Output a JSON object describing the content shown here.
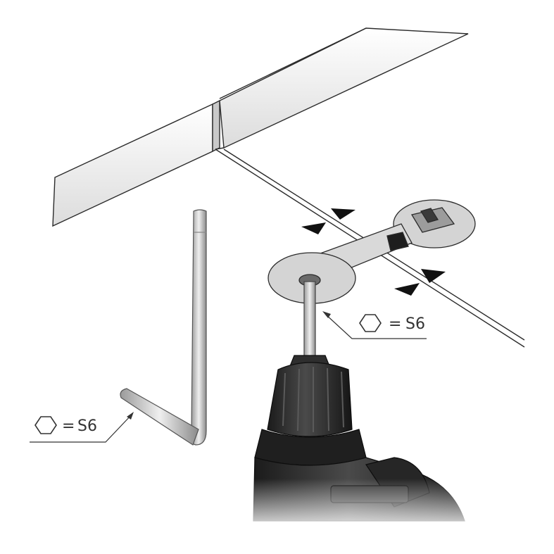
{
  "callouts": [
    {
      "symbol": "hex-icon",
      "equals": "=",
      "label": "S6",
      "target": "allen-key"
    },
    {
      "symbol": "hex-icon",
      "equals": "=",
      "label": "S6",
      "target": "drill-bit"
    }
  ],
  "colors": {
    "line": "#2b2b2b",
    "panel_fill": "#ececec",
    "disc_fill": "#d4d4d4",
    "drill_body": "#2a2a2a",
    "arrow": "#111111"
  }
}
